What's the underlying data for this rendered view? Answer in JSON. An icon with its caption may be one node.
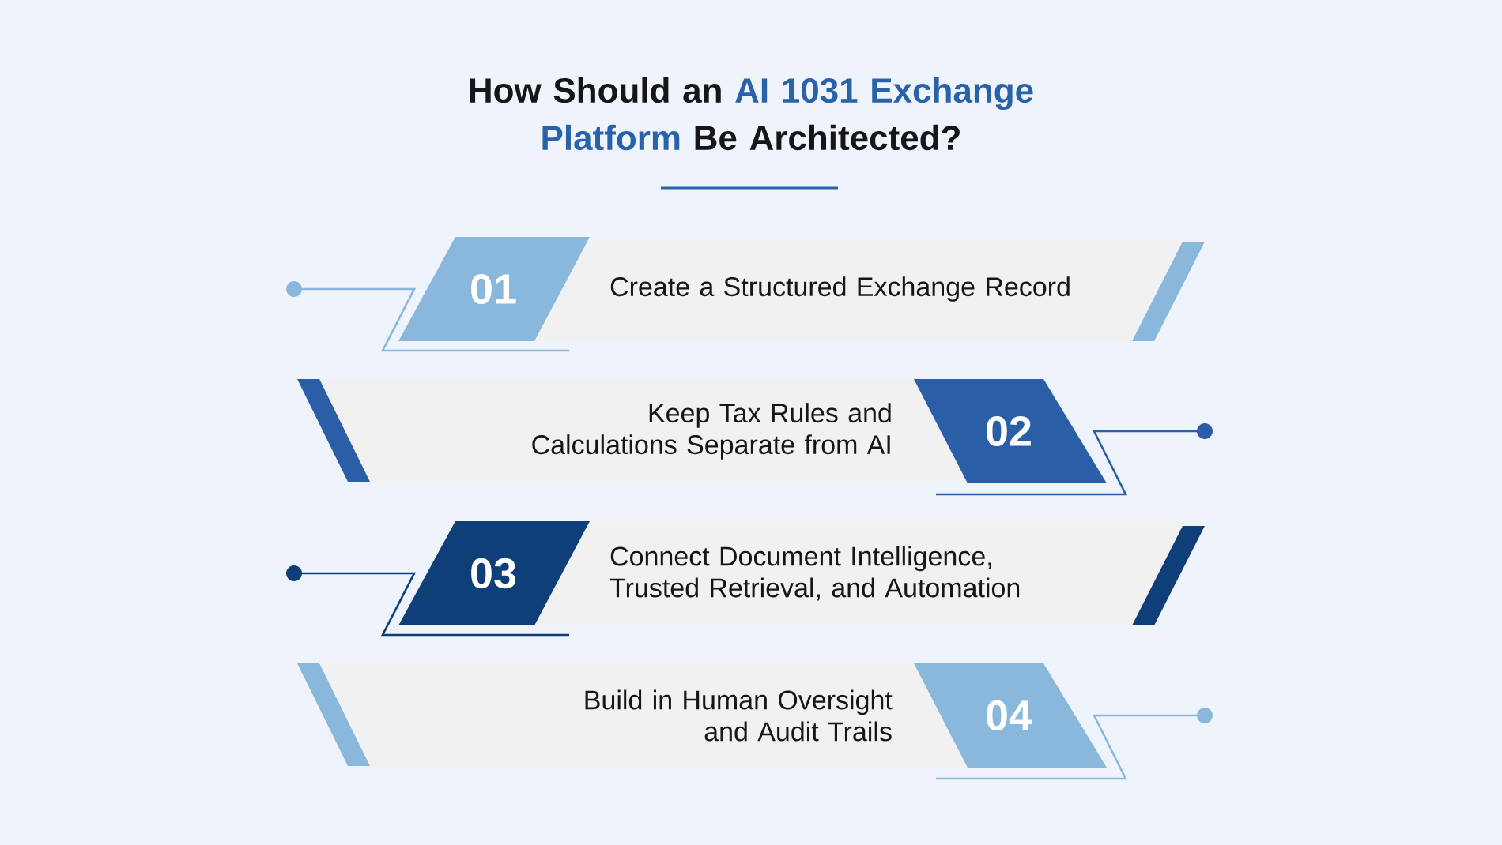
{
  "diagram": {
    "title": "How Should an **AI 1031 Exchange Platform** Be Architected?",
    "nodes": [
      {
        "text": [
          "01",
          "Create a Structured Exchange Record"
        ]
      },
      {
        "text": [
          "Keep Tax Rules and Calculations Separate from AI",
          "02"
        ]
      },
      {
        "text": [
          "03",
          "Connect Document Intelligence, Trusted Retrieval, and Automation"
        ]
      },
      {
        "text": [
          "Build in Human Oversight and Audit Trails",
          "04"
        ]
      }
    ]
  }
}
